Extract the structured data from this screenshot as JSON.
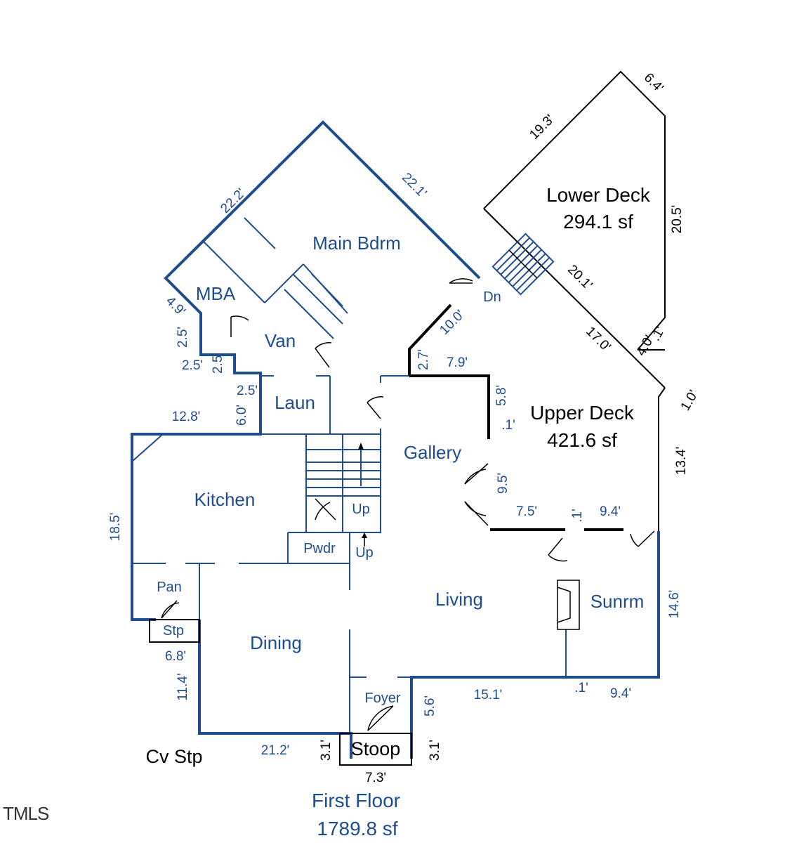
{
  "plan": {
    "title": "First Floor",
    "area": "1789.8 sf",
    "watermark": "TMLS",
    "colors": {
      "wall": "#1e4d8f",
      "deck": "#000000"
    }
  },
  "rooms": {
    "main_bdrm": "Main Bdrm",
    "mba": "MBA",
    "van": "Van",
    "laun": "Laun",
    "kitchen": "Kitchen",
    "gallery": "Gallery",
    "pwdr": "Pwdr",
    "up1": "Up",
    "up2": "Up",
    "dn": "Dn",
    "pan": "Pan",
    "stp": "Stp",
    "dining": "Dining",
    "living": "Living",
    "sunrm": "Sunrm",
    "foyer": "Foyer",
    "stoop": "Stoop",
    "cv_stp": "Cv Stp"
  },
  "decks": {
    "lower_name": "Lower Deck",
    "lower_area": "294.1 sf",
    "upper_name": "Upper Deck",
    "upper_area": "421.6 sf"
  },
  "dims": {
    "d22_2": "22.2'",
    "d22_1": "22.1'",
    "d4_9": "4.9'",
    "d2_5a": "2.5'",
    "d2_5b": "2.5'",
    "d2_5c": "2.5'",
    "d2_5d": "2.5'",
    "d6_0": "6.0'",
    "d12_8": "12.8'",
    "d18_5": "18.5'",
    "d6_8": "6.8'",
    "d11_4": "11.4'",
    "d21_2": "21.2'",
    "d3_1a": "3.1'",
    "d3_1b": "3.1'",
    "d7_3": "7.3'",
    "d5_6": "5.6'",
    "d15_1": "15.1'",
    "d_1a": ".1'",
    "d9_4a": "9.4'",
    "d14_6": "14.6'",
    "d13_4": "13.4'",
    "d1_0": "1.0'",
    "d17_0": "17.0'",
    "d4_0": "4.0'",
    "d_1b": ".1'",
    "d20_1": "20.1'",
    "d20_5": "20.5'",
    "d6_4": "6.4'",
    "d19_3": "19.3'",
    "d10_0": "10.0'",
    "d2_7": "2.7'",
    "d7_9": "7.9'",
    "d5_8": "5.8'",
    "d_1c": ".1'",
    "d9_5": "9.5'",
    "d7_5": "7.5'",
    "d_1d": ".1'",
    "d9_4b": "9.4'"
  }
}
